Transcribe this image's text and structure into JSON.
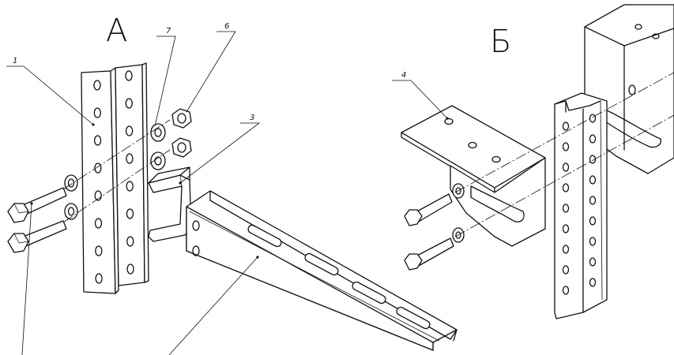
{
  "views": [
    {
      "id": "A",
      "label": "А"
    },
    {
      "id": "B",
      "label": "Б"
    }
  ],
  "callouts": [
    {
      "id": "c1",
      "number": "1"
    },
    {
      "id": "c3",
      "number": "3"
    },
    {
      "id": "c4",
      "number": "4"
    },
    {
      "id": "c6",
      "number": "6"
    },
    {
      "id": "c7",
      "number": "7"
    }
  ],
  "colors": {
    "line": "#111111",
    "background": "#ffffff"
  }
}
